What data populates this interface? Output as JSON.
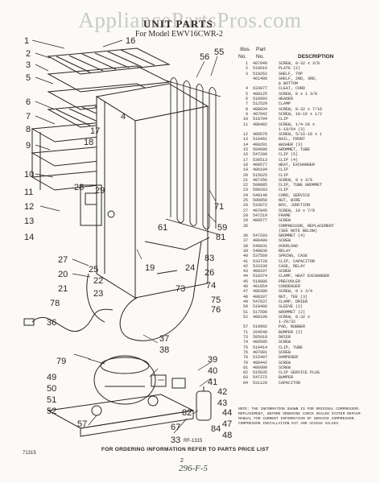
{
  "watermark": "AppliancePartsPros.com",
  "header": {
    "title": "UNIT PARTS",
    "model": "For Model EWV16CWR-2"
  },
  "columns": {
    "ill": "Illus.",
    "part": "Part",
    "no": "No.",
    "no2": "No.",
    "desc": "DESCRIPTION"
  },
  "parts": [
    {
      "ill": "1",
      "part": "487949",
      "desc": "SCREW, 8-32 x 3/8"
    },
    {
      "ill": "2",
      "part": "510616",
      "desc": "PLATE (2)"
    },
    {
      "ill": "3",
      "part": "519262",
      "desc": "SHELF, TOP"
    },
    {
      "ill": "",
      "part": "461406",
      "desc": "SHELF, 2ND, 3RD,"
    },
    {
      "ill": "",
      "part": "",
      "desc": "& BOTTOM"
    },
    {
      "ill": "4",
      "part": "633077",
      "desc": "CLEAT, CORD"
    },
    {
      "ill": "5",
      "part": "488125",
      "desc": "SCREW, 8 x 1 3/8"
    },
    {
      "ill": "6",
      "part": "510993",
      "desc": "HEADER"
    },
    {
      "ill": "7",
      "part": "512529",
      "desc": "CLAMP"
    },
    {
      "ill": "8",
      "part": "488034",
      "desc": "SCREW, 8-32 x 7/16"
    },
    {
      "ill": "9",
      "part": "487942",
      "desc": "SCREW, 10-16 x 1/2"
    },
    {
      "ill": "10",
      "part": "510794",
      "desc": "CLIP"
    },
    {
      "ill": "11",
      "part": "488402",
      "desc": "SCREW, 1/4-28 x"
    },
    {
      "ill": "",
      "part": "",
      "desc": "1-19/64 (3)"
    },
    {
      "ill": "12",
      "part": "488570",
      "desc": "SCREW, 5/16-18 x 1"
    },
    {
      "ill": "13",
      "part": "510461",
      "desc": "RAIL, FRONT"
    },
    {
      "ill": "14",
      "part": "488291",
      "desc": "WASHER (3)"
    },
    {
      "ill": "15",
      "part": "504686",
      "desc": "GROMMET, TUBE"
    },
    {
      "ill": "16",
      "part": "547200",
      "desc": "CLIP (5)"
    },
    {
      "ill": "17",
      "part": "530513",
      "desc": "CLIP (4)"
    },
    {
      "ill": "18",
      "part": "480577",
      "desc": "HEAT, EXCHANGER"
    },
    {
      "ill": "19",
      "part": "486194",
      "desc": "CLIP"
    },
    {
      "ill": "20",
      "part": "515625",
      "desc": "CLIP"
    },
    {
      "ill": "21",
      "part": "487356",
      "desc": "SCREW, 8 x 3/8"
    },
    {
      "ill": "22",
      "part": "508085",
      "desc": "CLIP, TUBE GROMMET"
    },
    {
      "ill": "23",
      "part": "508183",
      "desc": "CLIP"
    },
    {
      "ill": "24",
      "part": "549140",
      "desc": "CORD, SERVICE"
    },
    {
      "ill": "25",
      "part": "508850",
      "desc": "NUT, WIRE"
    },
    {
      "ill": "26",
      "part": "533072",
      "desc": "BOX, JUNCTION"
    },
    {
      "ill": "27",
      "part": "487845",
      "desc": "SCREW, 10 x 7/8"
    },
    {
      "ill": "28",
      "part": "547219",
      "desc": "FRAME"
    },
    {
      "ill": "29",
      "part": "488577",
      "desc": "SCREW"
    },
    {
      "ill": "35",
      "part": "",
      "desc": "COMPRESSOR, REPLACEMENT"
    },
    {
      "ill": "",
      "part": "",
      "desc": "(SEE NOTE BELOW)"
    },
    {
      "ill": "36",
      "part": "547203",
      "desc": "GROMMET (4)"
    },
    {
      "ill": "37",
      "part": "488400",
      "desc": "SCREW"
    },
    {
      "ill": "38",
      "part": "548831",
      "desc": "OVERLOAD"
    },
    {
      "ill": "39",
      "part": "548836",
      "desc": "RELAY"
    },
    {
      "ill": "40",
      "part": "537569",
      "desc": "SPRING, CASE"
    },
    {
      "ill": "41",
      "part": "533728",
      "desc": "CLIP, CAPACITOR"
    },
    {
      "ill": "42",
      "part": "533339",
      "desc": "CASE, RELAY"
    },
    {
      "ill": "43",
      "part": "488197",
      "desc": "SCREW"
    },
    {
      "ill": "44",
      "part": "510374",
      "desc": "CLAMP, HEAT EXCHANGER"
    },
    {
      "ill": "45",
      "part": "510886",
      "desc": "PRECOOLER"
    },
    {
      "ill": "46",
      "part": "481854",
      "desc": "CONDENSER"
    },
    {
      "ill": "47",
      "part": "488380",
      "desc": "SCREW, 8 x 3/4"
    },
    {
      "ill": "48",
      "part": "488187",
      "desc": "NUT, TEE (3)"
    },
    {
      "ill": "49",
      "part": "547637",
      "desc": "CLAMP, DRIER"
    },
    {
      "ill": "50",
      "part": "510406",
      "desc": "SLEEVE (2)"
    },
    {
      "ill": "51",
      "part": "517500",
      "desc": "GROMMET (2)"
    },
    {
      "ill": "52",
      "part": "488199",
      "desc": "SCREW, 8-32 x"
    },
    {
      "ill": "",
      "part": "",
      "desc": "1-29/32"
    },
    {
      "ill": "57",
      "part": "519992",
      "desc": "PAD, RUBBER"
    },
    {
      "ill": "71",
      "part": "204549",
      "desc": "BUMPER (2)"
    },
    {
      "ill": "73",
      "part": "505919",
      "desc": "DRIER"
    },
    {
      "ill": "74",
      "part": "488585",
      "desc": "SCREW"
    },
    {
      "ill": "75",
      "part": "510414",
      "desc": "CLIP, TUBE"
    },
    {
      "ill": "76",
      "part": "487981",
      "desc": "SCREW"
    },
    {
      "ill": "78",
      "part": "515497",
      "desc": "DAMPENER"
    },
    {
      "ill": "79",
      "part": "488442",
      "desc": "SCREW"
    },
    {
      "ill": "81",
      "part": "406099",
      "desc": "SCREW"
    },
    {
      "ill": "82",
      "part": "615035",
      "desc": "CLIP SERVICE PLUG"
    },
    {
      "ill": "83",
      "part": "547272",
      "desc": "BUMPER"
    },
    {
      "ill": "84",
      "part": "531129",
      "desc": "CAPACITOR"
    }
  ],
  "note": "NOTE: THE INFORMATION SHOWN IS FOR ORIGINAL COMPRESSOR. REPLACEMENT, BEFORE ORDERING CHECK SEALED SYSTEM REPAIR MANUAL FOR CURRENT INFORMATION OF SERVICE COMPRESSOR. COMPRESSOR INSTALLATION KIT AND ACCESS VALVES",
  "footer": {
    "code": "71315",
    "ref": "RF-1315",
    "ordering": "FOR ORDERING INFORMATION REFER TO PARTS PRICE LIST",
    "page": "2",
    "handwritten": "296-F-5"
  },
  "callouts": [
    "1",
    "16",
    "2",
    "3",
    "5",
    "4",
    "56",
    "55",
    "6",
    "7",
    "8",
    "17",
    "18",
    "9",
    "10",
    "28",
    "29",
    "71",
    "11",
    "59",
    "12",
    "13",
    "14",
    "81",
    "61",
    "27",
    "20",
    "21",
    "83",
    "19",
    "24",
    "26",
    "25",
    "22",
    "23",
    "73",
    "74",
    "75",
    "36",
    "76",
    "37",
    "38",
    "79",
    "39",
    "40",
    "49",
    "50",
    "41",
    "51",
    "52",
    "42",
    "43",
    "44",
    "47",
    "48",
    "82",
    "67",
    "33",
    "57",
    "84",
    "78"
  ]
}
